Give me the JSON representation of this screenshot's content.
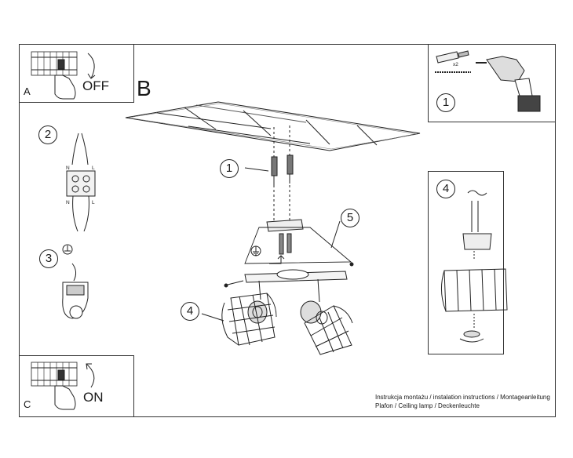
{
  "panels": {
    "a": {
      "letter": "A",
      "word": "OFF"
    },
    "c": {
      "letter": "C",
      "word": "ON"
    },
    "b": {
      "letter": "B"
    }
  },
  "steps": {
    "tools": "1",
    "ceiling_screws": "1",
    "wiring": "2",
    "ground": "3",
    "install_shades": "4",
    "shade_detail": "4",
    "mount_plate": "5"
  },
  "labels": {
    "wire_n_top": "N",
    "wire_l_top": "L",
    "wire_n_bottom": "N",
    "wire_l_bottom": "L",
    "screw_count": "x2"
  },
  "captions": {
    "line1": "Instrukcja montażu / instalation instructions / Montageanleitung",
    "line2": "Plafon / Ceiling lamp / Deckenleuchte"
  }
}
